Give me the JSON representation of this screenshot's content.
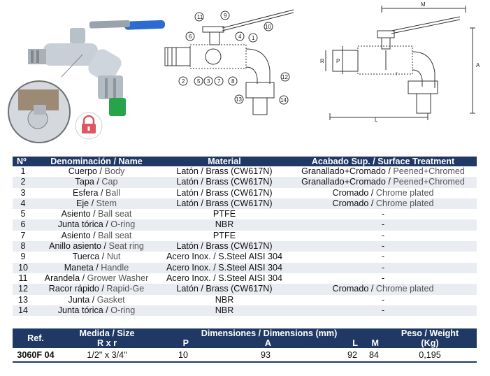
{
  "figure": {
    "callouts": [
      "1",
      "2",
      "3",
      "4",
      "5",
      "6",
      "7",
      "8",
      "9",
      "10",
      "11",
      "12",
      "13",
      "14"
    ],
    "dim_labels": {
      "M": "M",
      "A": "A",
      "L": "L",
      "P": "P",
      "R": "R",
      "r": "r"
    },
    "icons": [
      "lock-icon"
    ]
  },
  "parts_table": {
    "headers": [
      "Nº",
      "Denominación / Name",
      "Material",
      "Acabado Sup. / Surface Treatment"
    ],
    "rows": [
      {
        "n": "1",
        "name_es": "Cuerpo",
        "name_en": "Body",
        "mat_es": "Latón",
        "mat_en": "Brass (CW617N)",
        "fin_es": "Granallado+Cromado",
        "fin_en": "Peened+Chromed"
      },
      {
        "n": "2",
        "name_es": "Tapa",
        "name_en": "Cap",
        "mat_es": "Latón",
        "mat_en": "Brass (CW617N)",
        "fin_es": "Granallado+Cromado",
        "fin_en": "Peened+Chromed"
      },
      {
        "n": "3",
        "name_es": "Esfera",
        "name_en": "Ball",
        "mat_es": "Latón",
        "mat_en": "Brass (CW617N)",
        "fin_es": "Cromado",
        "fin_en": "Chrome plated"
      },
      {
        "n": "4",
        "name_es": "Eje",
        "name_en": "Stem",
        "mat_es": "Latón",
        "mat_en": "Brass (CW617N)",
        "fin_es": "Cromado",
        "fin_en": "Chrome plated"
      },
      {
        "n": "5",
        "name_es": "Asiento",
        "name_en": "Ball seat",
        "mat_es": "PTFE",
        "mat_en": "",
        "fin_es": "-",
        "fin_en": ""
      },
      {
        "n": "6",
        "name_es": "Junta tórica",
        "name_en": "O-ring",
        "mat_es": "NBR",
        "mat_en": "",
        "fin_es": "-",
        "fin_en": ""
      },
      {
        "n": "7",
        "name_es": "Asiento",
        "name_en": "Ball seat",
        "mat_es": "PTFE",
        "mat_en": "",
        "fin_es": "-",
        "fin_en": ""
      },
      {
        "n": "8",
        "name_es": "Anillo asiento",
        "name_en": "Seat ring",
        "mat_es": "Latón",
        "mat_en": "Brass (CW617N)",
        "fin_es": "-",
        "fin_en": ""
      },
      {
        "n": "9",
        "name_es": "Tuerca",
        "name_en": "Nut",
        "mat_es": "Acero Inox.",
        "mat_en": "S.Steel AISI 304",
        "fin_es": "-",
        "fin_en": ""
      },
      {
        "n": "10",
        "name_es": "Maneta",
        "name_en": "Handle",
        "mat_es": "Acero Inox.",
        "mat_en": "S.Steel AISI 304",
        "fin_es": "-",
        "fin_en": ""
      },
      {
        "n": "11",
        "name_es": "Arandela",
        "name_en": "Grower Washer",
        "mat_es": "Acero Inox.",
        "mat_en": "S.Steel AISI 304",
        "fin_es": "-",
        "fin_en": ""
      },
      {
        "n": "12",
        "name_es": "Racor rápido",
        "name_en": "Rapid-Ge",
        "mat_es": "Latón",
        "mat_en": "Brass (CW617N)",
        "fin_es": "Cromado",
        "fin_en": "Chrome plated"
      },
      {
        "n": "13",
        "name_es": "Junta",
        "name_en": "Gasket",
        "mat_es": "NBR",
        "mat_en": "",
        "fin_es": "-",
        "fin_en": ""
      },
      {
        "n": "14",
        "name_es": "Junta tórica",
        "name_en": "O-ring",
        "mat_es": "NBR",
        "mat_en": "",
        "fin_es": "-",
        "fin_en": ""
      }
    ]
  },
  "dims_table": {
    "ref_header": "Ref.",
    "size_header": "Medida / Size",
    "size_sub": "R x r",
    "dims_header": "Dimensiones / Dimensions (mm)",
    "weight_header": "Peso / Weight",
    "weight_unit": "(Kg)",
    "dim_cols": [
      "P",
      "A",
      "L",
      "M"
    ],
    "row": {
      "ref": "3060F 04",
      "size": "1/2\" x 3/4\"",
      "P": "10",
      "A": "93",
      "L": "92",
      "M": "84",
      "weight": "0,195"
    }
  }
}
